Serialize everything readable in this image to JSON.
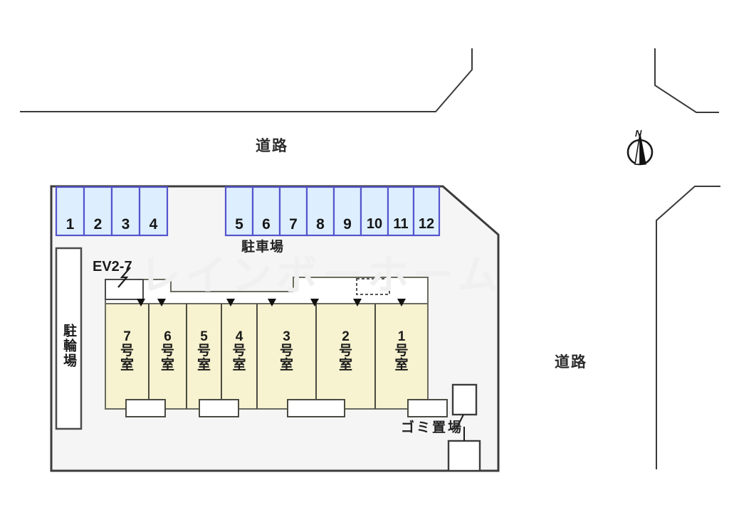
{
  "document": {
    "type": "site-plan",
    "watermark": "レインボーホーム"
  },
  "roads": {
    "top_label": "道路",
    "right_label": "道路"
  },
  "compass": {
    "north_label": "N"
  },
  "parking": {
    "title": "駐車場",
    "left_group": [
      "1",
      "2",
      "3",
      "4"
    ],
    "right_group": [
      "5",
      "6",
      "7",
      "8",
      "9",
      "10",
      "11",
      "12"
    ],
    "stall_fill": "#ddeeff",
    "stall_stroke": "#5555cc"
  },
  "bicycle_parking": {
    "label": "駐輪場"
  },
  "electrical": {
    "label": "EV2-7"
  },
  "garbage": {
    "label": "ゴミ置場"
  },
  "building": {
    "unit_fill": "#f7f2cf",
    "units": [
      {
        "number": "7",
        "suffix_1": "号",
        "suffix_2": "室"
      },
      {
        "number": "6",
        "suffix_1": "号",
        "suffix_2": "室"
      },
      {
        "number": "5",
        "suffix_1": "号",
        "suffix_2": "室"
      },
      {
        "number": "4",
        "suffix_1": "号",
        "suffix_2": "室"
      },
      {
        "number": "3",
        "suffix_1": "号",
        "suffix_2": "室"
      },
      {
        "number": "2",
        "suffix_1": "号",
        "suffix_2": "室"
      },
      {
        "number": "1",
        "suffix_1": "号",
        "suffix_2": "室"
      }
    ]
  }
}
